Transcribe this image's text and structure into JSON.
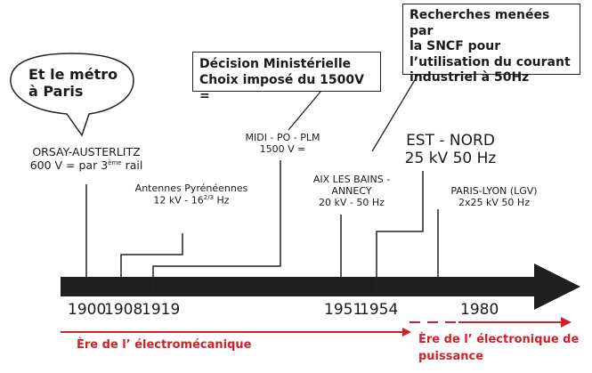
{
  "bubble": {
    "line1": "Et le métro",
    "line2": "à Paris"
  },
  "boxes": {
    "decision": {
      "line1": "Décision Ministérielle",
      "line2": "Choix imposé du 1500V ="
    },
    "recherches": {
      "line1": "Recherches menées par",
      "line2": "la SNCF pour",
      "line3": "l’utilisation du courant",
      "line4": "industriel à 50Hz"
    }
  },
  "events": {
    "orsay": {
      "name": "ORSAY-AUSTERLITZ",
      "spec_pre": "600 V = par 3",
      "spec_sup": "ème",
      "spec_post": " rail"
    },
    "antennes": {
      "name": "Antennes Pyrénéennes",
      "spec_pre": "12 kV - 16",
      "spec_sup": "2/3",
      "spec_post": " Hz"
    },
    "midi": {
      "name": "MIDI - PO - PLM",
      "spec": "1500 V ="
    },
    "aix": {
      "name1": "AIX LES BAINS -",
      "name2": "ANNECY",
      "spec": "20 kV - 50 Hz"
    },
    "estnord": {
      "name": "EST - NORD",
      "spec": "25 kV 50 Hz"
    },
    "parislyon": {
      "name": "PARIS-LYON (LGV)",
      "spec": "2x25 kV 50 Hz"
    }
  },
  "years": [
    "1900",
    "1908",
    "1919",
    "1951",
    "1954",
    "1980"
  ],
  "eras": {
    "electromecanique": "Ère de l’ électromécanique",
    "electronique_line1": "Ère de l’ électronique de",
    "electronique_line2": "puissance"
  },
  "colors": {
    "axis": "#1f1f1f",
    "era": "#d0202a",
    "line": "#222222"
  }
}
